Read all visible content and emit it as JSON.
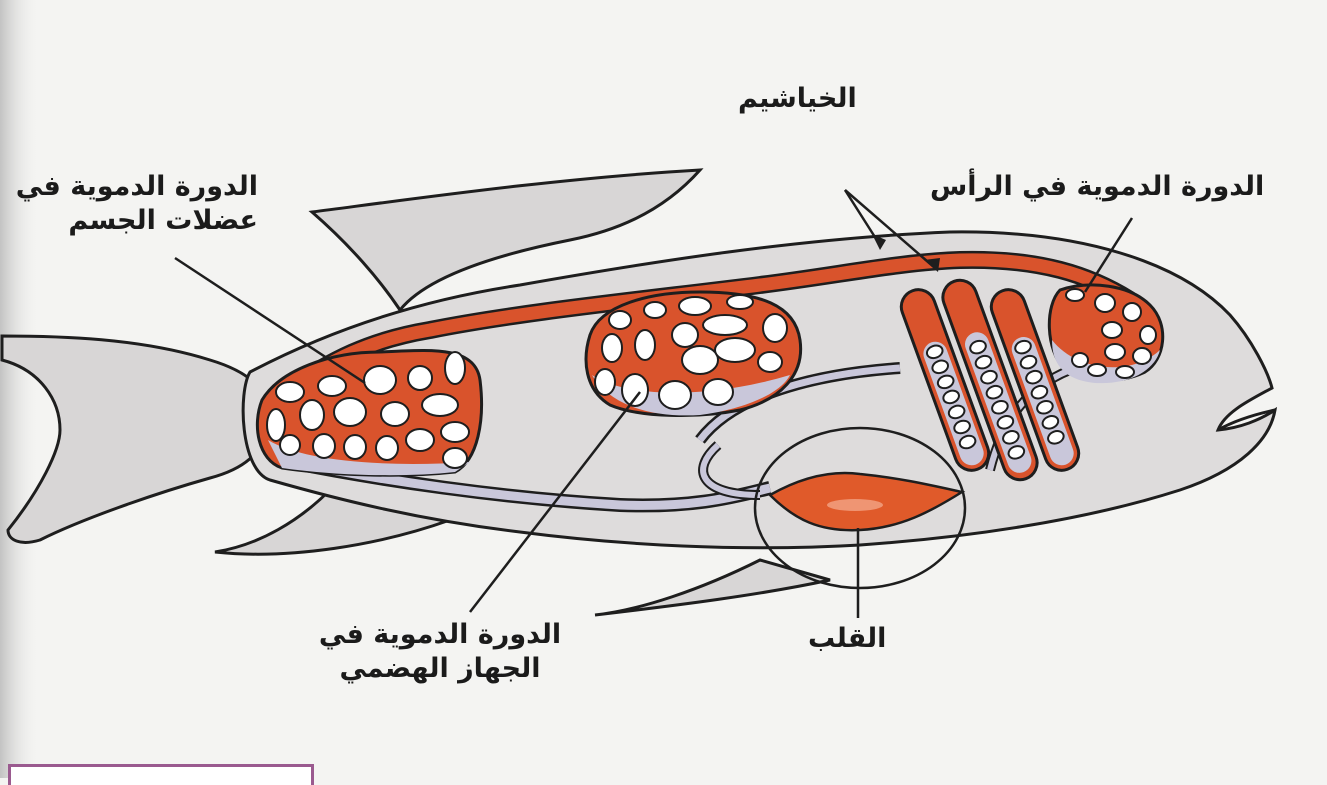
{
  "labels": {
    "gills": "الخياشيم",
    "head_circulation": "الدورة الدموية في الرأس",
    "body_muscle_circulation_line1": "الدورة الدموية في",
    "body_muscle_circulation_line2": "عضلات الجسم",
    "heart": "القلب",
    "digestive_circulation_line1": "الدورة الدموية في",
    "digestive_circulation_line2": "الجهاز الهضمي"
  },
  "colors": {
    "background": "#f4f4f2",
    "fish_body": "#dedcdc",
    "fins": "#d6d4d4",
    "blood_vessel": "#d9532c",
    "heart": "#e05a2a",
    "deoxygenated_tint": "#c9c7da",
    "outline": "#1e1e1e"
  }
}
